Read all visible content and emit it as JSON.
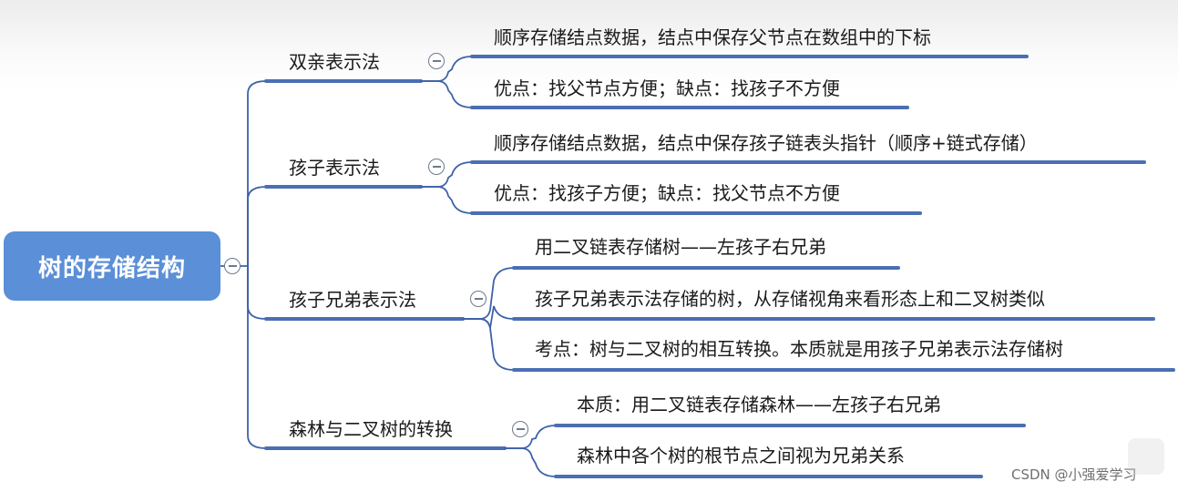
{
  "root": {
    "label": "树的存储结构"
  },
  "branches": [
    {
      "label": "双亲表示法",
      "leaves": [
        "顺序存储结点数据，结点中保存父节点在数组中的下标",
        "优点：找父节点方便；缺点：找孩子不方便"
      ]
    },
    {
      "label": "孩子表示法",
      "leaves": [
        "顺序存储结点数据，结点中保存孩子链表头指针（顺序+链式存储）",
        "优点：找孩子方便；缺点：找父节点不方便"
      ]
    },
    {
      "label": "孩子兄弟表示法",
      "leaves": [
        "用二叉链表存储树——左孩子右兄弟",
        "孩子兄弟表示法存储的树，从存储视角来看形态上和二叉树类似",
        "考点：树与二叉树的相互转换。本质就是用孩子兄弟表示法存储树"
      ]
    },
    {
      "label": "森林与二叉树的转换",
      "leaves": [
        "本质：用二叉链表存储森林——左孩子右兄弟",
        "森林中各个树的根节点之间视为兄弟关系"
      ]
    }
  ],
  "watermark": "CSDN @小强爱学习",
  "colors": {
    "line": "#4a6fb3",
    "root_bg": "#5b8fd7",
    "connector": "#3d62a8"
  }
}
